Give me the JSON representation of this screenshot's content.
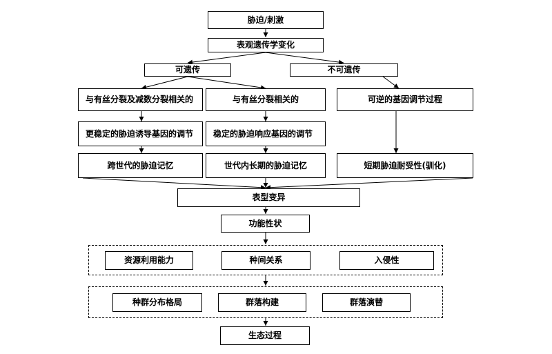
{
  "nodes": {
    "stress": "胁迫/刺激",
    "epigenetic": "表观遗传学变化",
    "heritable": "可遗传",
    "non_heritable": "不可遗传",
    "mitosis_meiosis": "与有丝分裂及减数分裂相关的",
    "mitosis": "与有丝分裂相关的",
    "reversible": "可逆的基因调节过程",
    "stable_induced": "更稳定的胁迫诱导基因的调节",
    "stable_response": "稳定的胁迫响应基因的调节",
    "transgenerational": "跨世代的胁迫记忆",
    "intragenerational": "世代内长期的胁迫记忆",
    "short_term": "短期胁迫耐受性(驯化)",
    "phenotype": "表型变异",
    "functional": "功能性状",
    "resource_use": "资源利用能力",
    "interspecific": "种间关系",
    "invasiveness": "入侵性",
    "distribution": "种群分布格局",
    "community_build": "群落构建",
    "succession": "群落演替",
    "ecological": "生态过程"
  }
}
